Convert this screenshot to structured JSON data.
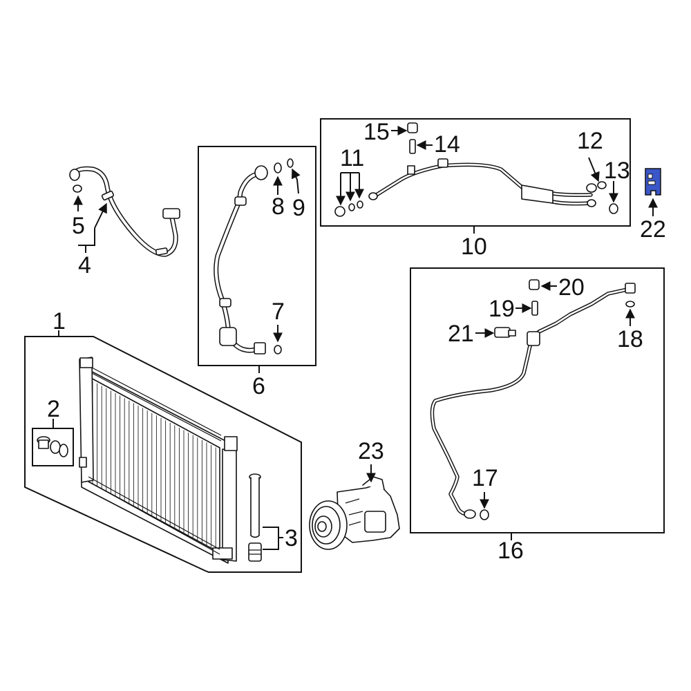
{
  "callouts": {
    "c1": "1",
    "c2": "2",
    "c3": "3",
    "c4": "4",
    "c5": "5",
    "c6": "6",
    "c7": "7",
    "c8": "8",
    "c9": "9",
    "c10": "10",
    "c11": "11",
    "c12": "12",
    "c13": "13",
    "c14": "14",
    "c15": "15",
    "c16": "16",
    "c17": "17",
    "c18": "18",
    "c19": "19",
    "c20": "20",
    "c21": "21",
    "c22": "22",
    "c23": "23"
  },
  "colors": {
    "highlight": "#3a56c8",
    "line": "#111111",
    "background": "#ffffff"
  }
}
